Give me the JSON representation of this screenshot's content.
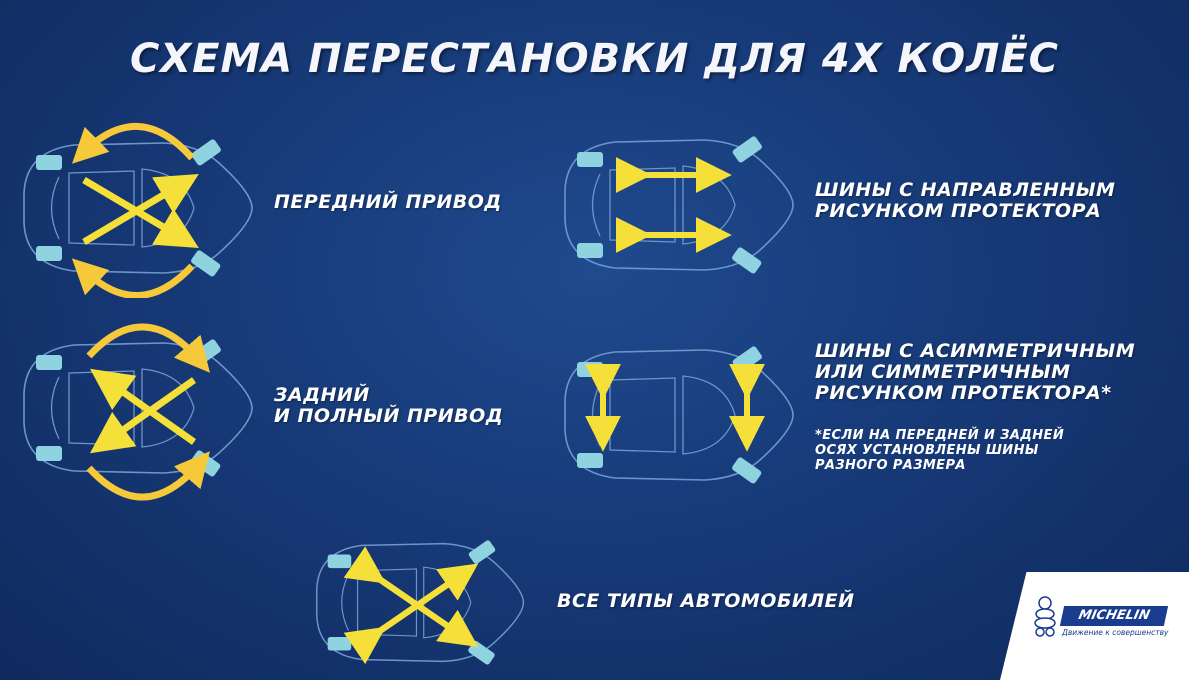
{
  "title": "СХЕМА ПЕРЕСТАНОВКИ ДЛЯ 4Х КОЛЁС",
  "schemes": [
    {
      "label_lines": [
        "ПЕРЕДНИЙ ПРИВОД"
      ]
    },
    {
      "label_lines": [
        "ЗАДНИЙ",
        "И ПОЛНЫЙ ПРИВОД"
      ]
    },
    {
      "label_lines": [
        "ШИНЫ С НАПРАВЛЕННЫМ",
        "РИСУНКОМ ПРОТЕКТОРА"
      ]
    },
    {
      "label_lines": [
        "ШИНЫ С АСИММЕТРИЧНЫМ",
        "ИЛИ СИММЕТРИЧНЫМ",
        "РИСУНКОМ ПРОТЕКТОРА*"
      ],
      "note_lines": [
        "*ЕСЛИ НА ПЕРЕДНЕЙ И ЗАДНЕЙ",
        "ОСЯХ УСТАНОВЛЕНЫ ШИНЫ",
        "РАЗНОГО РАЗМЕРА"
      ]
    },
    {
      "label_lines": [
        "ВСЕ ТИПЫ АВТОМОБИЛЕЙ"
      ]
    }
  ],
  "brand": {
    "name": "MICHELIN",
    "tagline": "Движение к совершенству"
  },
  "colors": {
    "background": "#173a78",
    "arrow": "#f5e03a",
    "tire": "#8fd3e0",
    "car_outline": "#6d95c9"
  }
}
